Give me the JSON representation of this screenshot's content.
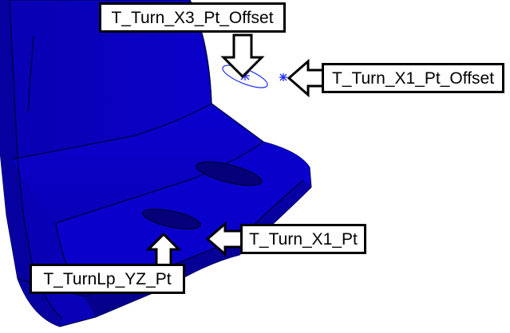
{
  "labels": {
    "turn_x3_pt_offset": "T_Turn_X3_Pt_Offset",
    "turn_x1_pt_offset": "T_Turn_X1_Pt_Offset",
    "turn_x1_pt": "T_Turn_X1_Pt",
    "turnlp_yz_pt": "T_TurnLp_YZ_Pt"
  },
  "colors": {
    "part_fill": "#0a00c8",
    "part_edge": "#000040",
    "point_marker": "#1e2cff",
    "callout_border": "#000000",
    "callout_fill": "#ffffff"
  },
  "icons": {
    "arrow_down": "arrow-down-icon",
    "arrow_left": "arrow-left-icon",
    "arrow_up": "arrow-up-icon",
    "point_marker": "asterisk-point-icon"
  }
}
